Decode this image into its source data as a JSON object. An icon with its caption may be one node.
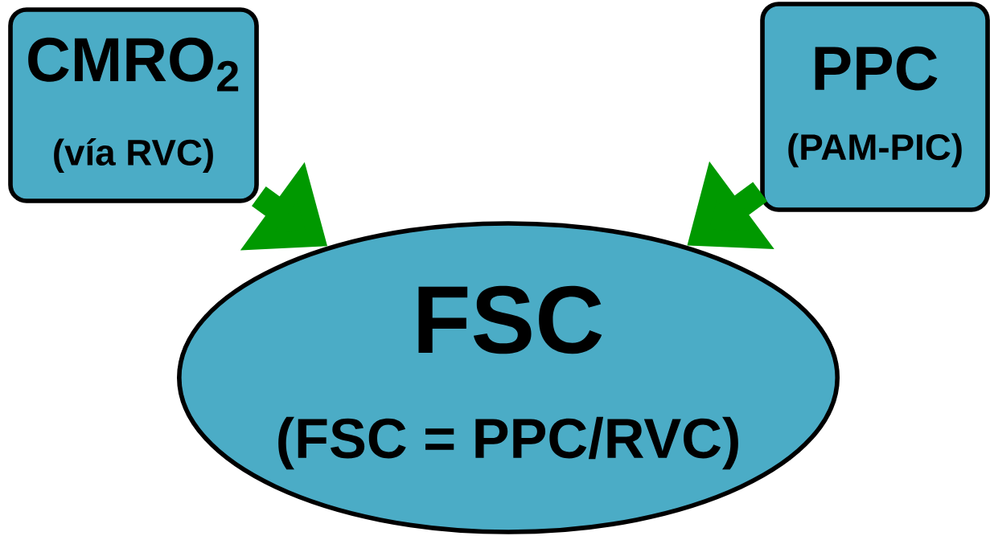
{
  "diagram": {
    "nodes": [
      {
        "text": [
          "CMRO$_{2}$",
          "(vía RVC)"
        ]
      },
      {
        "text": [
          "PPC",
          "(PAM-PIC)"
        ]
      },
      {
        "text": [
          "FSC",
          "(FSC = PPC/RVC)"
        ]
      }
    ],
    "edges": [
      {
        "from": 0,
        "to": 2,
        "arrow": "to"
      },
      {
        "from": 1,
        "to": 2,
        "arrow": "to"
      }
    ]
  }
}
